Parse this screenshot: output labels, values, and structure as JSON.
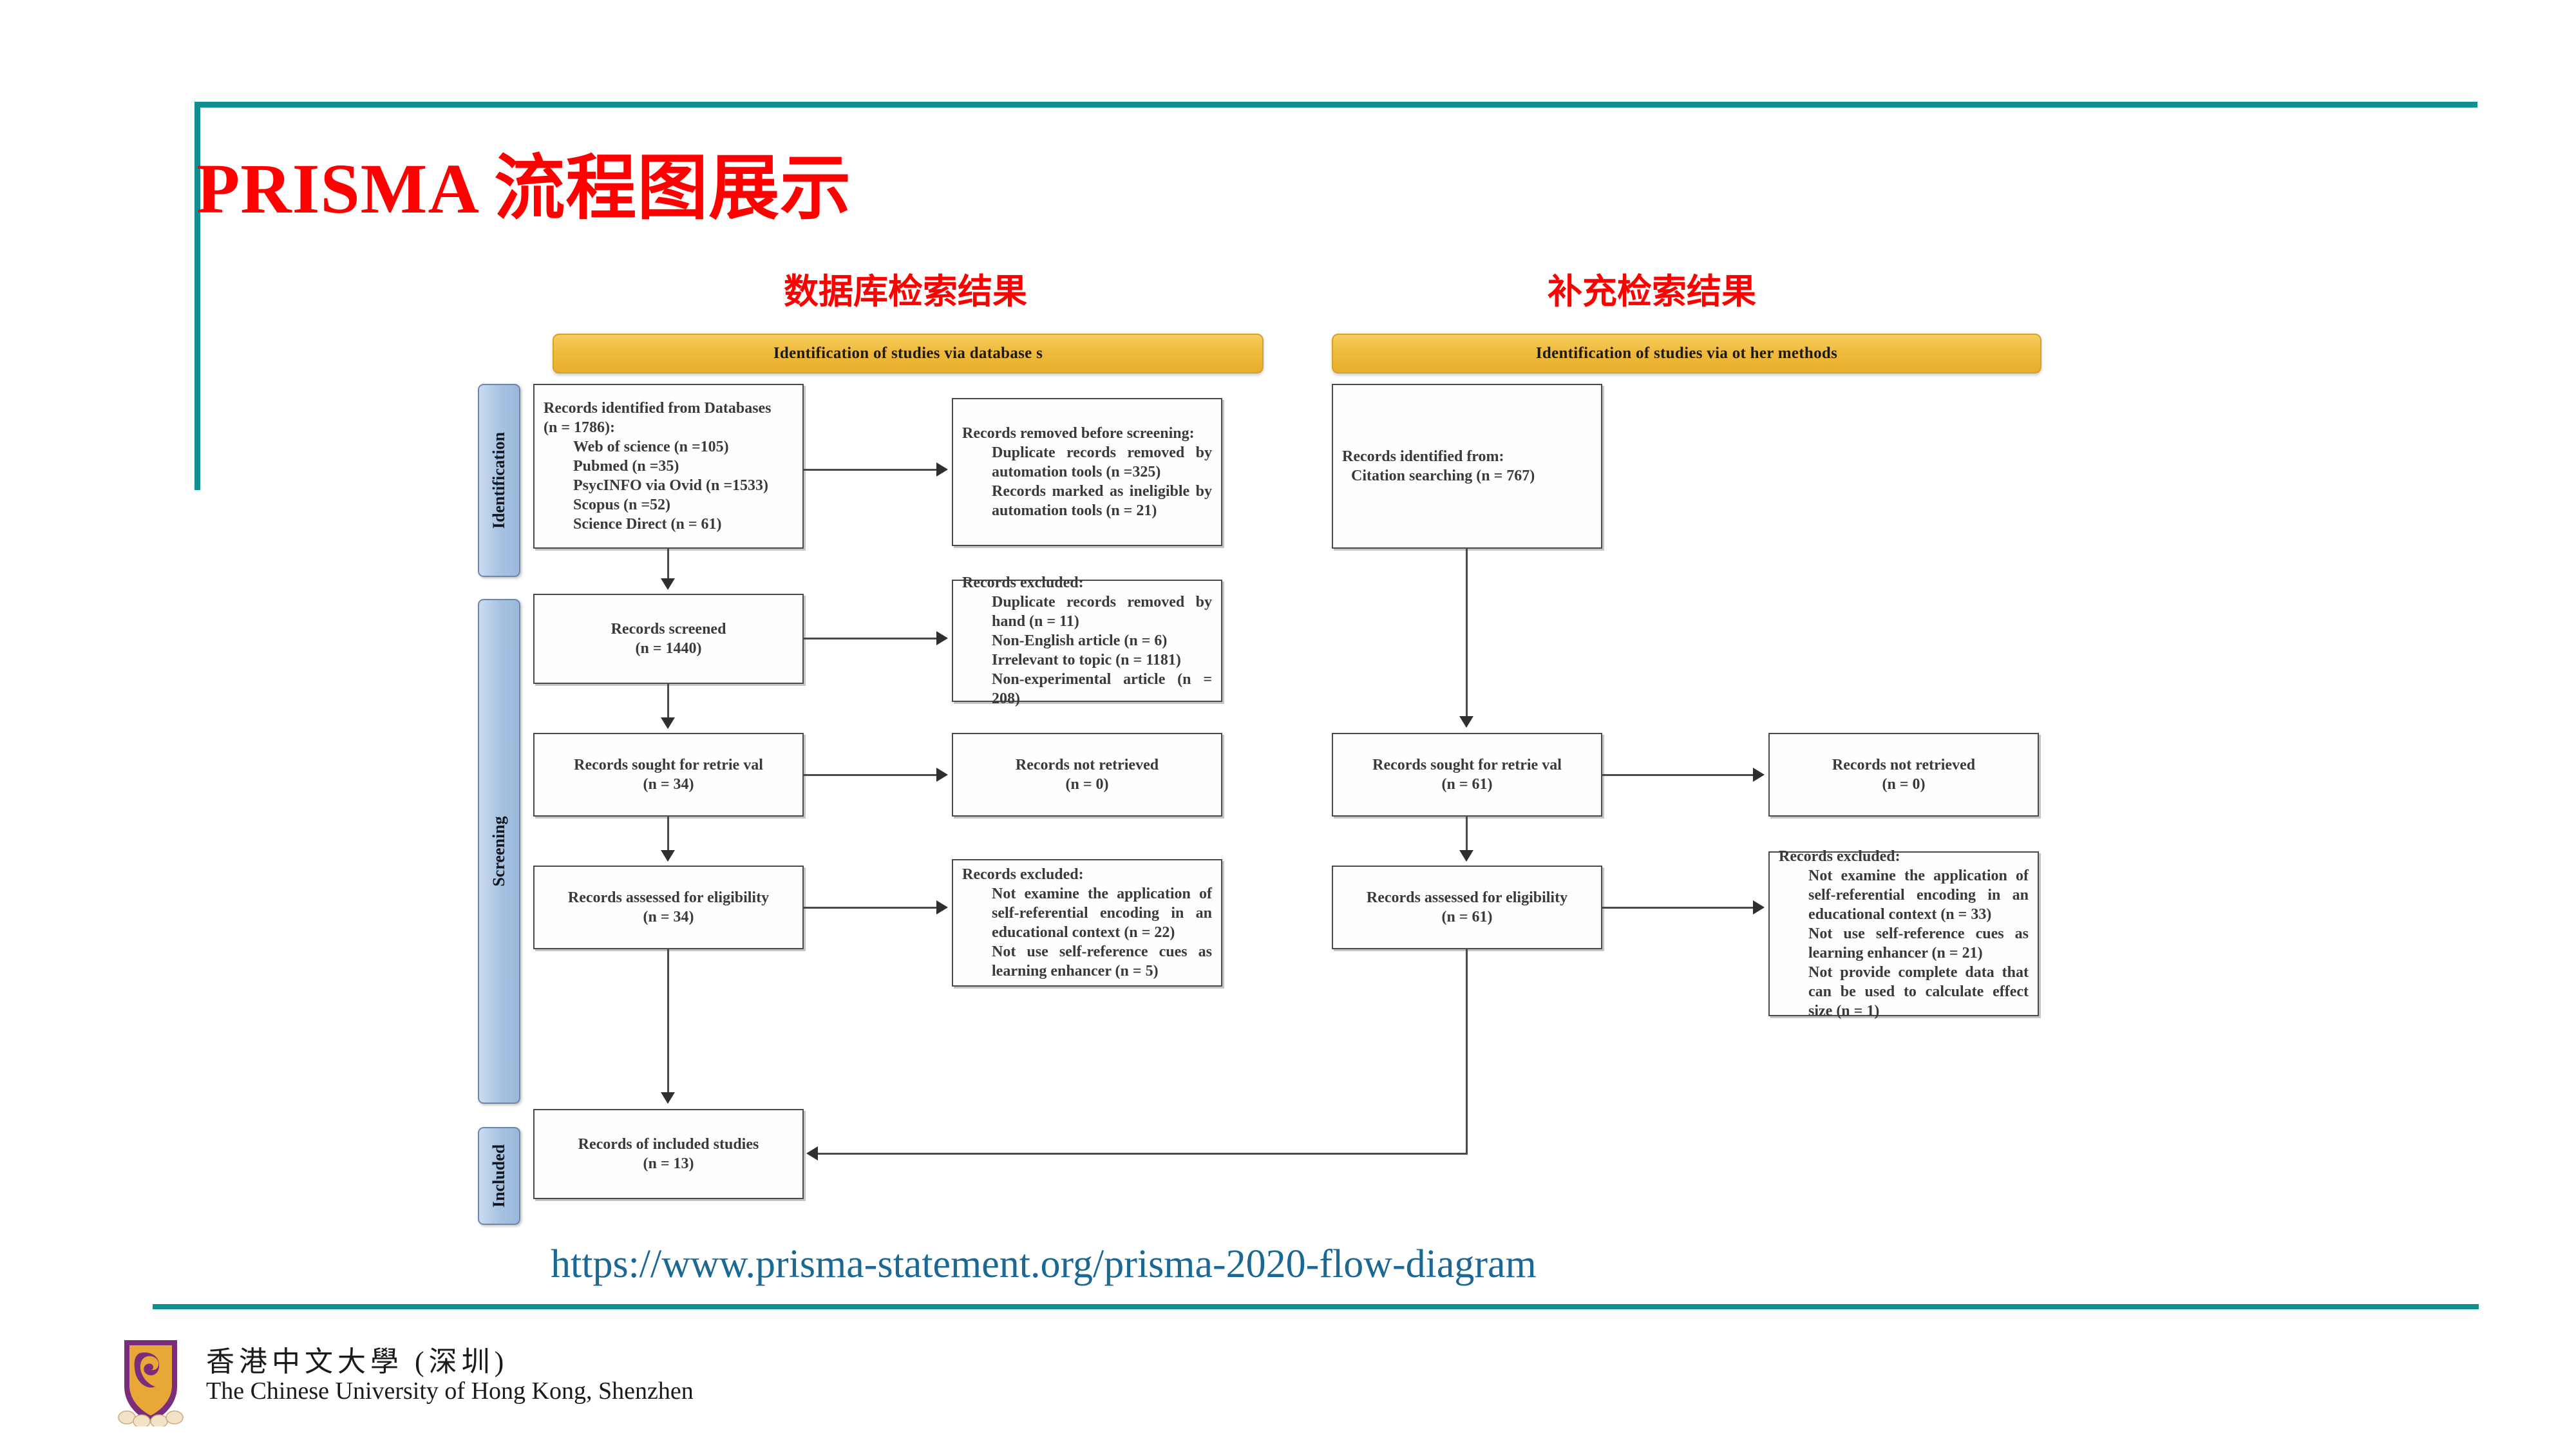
{
  "slide": {
    "title": "PRISMA 流程图展示",
    "title_color": "#FE0000",
    "accent_color": "#0F8F8F",
    "source_url": "https://www.prisma-statement.org/prisma-2020-flow-diagram",
    "url_color": "#1C6894"
  },
  "captions": {
    "left": "数据库检索结果",
    "right": "补充检索结果"
  },
  "figure": {
    "headers": {
      "left": "Identification of studies via database s",
      "right": "Identification of studies via ot her methods",
      "bar_color": "#EFBB3E"
    },
    "phases": [
      {
        "label": "Identification"
      },
      {
        "label": "Screening"
      },
      {
        "label": "Included"
      }
    ],
    "phase_color": "#A8C3E2",
    "boxes": {
      "identified_db": {
        "title": "Records identified from Databases",
        "count": "(n = 1786):",
        "items": [
          "Web of science (n =105)",
          "Pubmed (n =35)",
          "PsycINFO via Ovid (n =1533)",
          "Scopus (n =52)",
          "Science Direct (n = 61)"
        ]
      },
      "removed_before_screening": {
        "title": "Records removed before screening:",
        "items": [
          "Duplicate records removed by automation tools (n =325)",
          "Records marked as ineligible by automation tools (n = 21)"
        ]
      },
      "screened": {
        "title": "Records screened",
        "count": "(n = 1440)"
      },
      "excluded_screening": {
        "title": "Records excluded:",
        "items": [
          "Duplicate records removed by hand (n = 11)",
          "Non-English article (n = 6)",
          "Irrelevant to topic (n = 1181)",
          "Non-experimental article (n = 208)"
        ]
      },
      "sought_left": {
        "title": "Records sought for retrie val",
        "count": "(n = 34)"
      },
      "not_retrieved_left": {
        "title": "Records not retrieved",
        "count": "(n = 0)"
      },
      "assessed_left": {
        "title": "Records assessed for eligibility",
        "count": "(n = 34)"
      },
      "excluded_eligibility_left": {
        "title": "Records excluded:",
        "items": [
          "Not examine the application of self-referential encoding in an educational context (n = 22)",
          "Not use self-reference cues as learning enhancer (n = 5)"
        ]
      },
      "included": {
        "title": "Records of included studies",
        "count": "(n = 13)"
      },
      "identified_other": {
        "title": "Records identified from:",
        "items": [
          "Citation searching (n = 767)"
        ]
      },
      "sought_right": {
        "title": "Records sought for retrie val",
        "count": "(n = 61)"
      },
      "not_retrieved_right": {
        "title": "Records not retrieved",
        "count": "(n = 0)"
      },
      "assessed_right": {
        "title": "Records assessed for eligibility",
        "count": "(n = 61)"
      },
      "excluded_eligibility_right": {
        "title": "Records excluded:",
        "items": [
          "Not examine the application of self-referential encoding in an educational context (n = 33)",
          "Not use self-reference cues as learning enhancer (n = 21)",
          "Not provide complete data that can be used to calculate effect size (n = 1)"
        ]
      }
    }
  },
  "footer": {
    "university_cn": "香港中文大學 (深圳)",
    "university_en": "The Chinese University of Hong Kong, Shenzhen",
    "logo_colors": {
      "purple": "#7B2D7B",
      "gold": "#E8A838"
    }
  }
}
